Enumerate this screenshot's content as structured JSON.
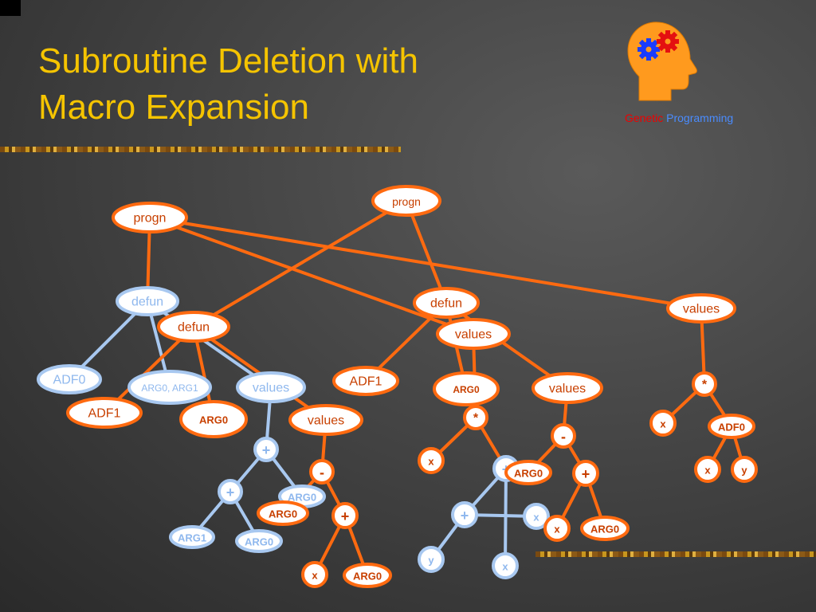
{
  "title": {
    "line1": "Subroutine Deletion with",
    "line2": "Macro Expansion"
  },
  "logo": {
    "word1": "Genetic",
    "word2": "Programming",
    "icon": "head-with-gears-icon"
  },
  "colors": {
    "title": "#f5c400",
    "orange_edge": "#ff6a10",
    "blue_edge": "#a8c8f0",
    "orange_text": "#c84000",
    "blue_text": "#8fb8ee",
    "genetic": "#e00000",
    "programming": "#4a8cff"
  },
  "diagram": {
    "nodes": [
      {
        "id": "p1",
        "label": "progn",
        "style": "orange"
      },
      {
        "id": "p2",
        "label": "progn",
        "style": "orange"
      },
      {
        "id": "bdefun",
        "label": "defun",
        "style": "blue"
      },
      {
        "id": "odefun",
        "label": "defun",
        "style": "orange"
      },
      {
        "id": "adf0",
        "label": "ADF0",
        "style": "blue"
      },
      {
        "id": "args",
        "label": "ARG0, ARG1",
        "style": "blue"
      },
      {
        "id": "bvalues",
        "label": "values",
        "style": "blue"
      },
      {
        "id": "adf1a",
        "label": "ADF1",
        "style": "orange"
      },
      {
        "id": "arg0a",
        "label": "ARG0",
        "style": "orange"
      },
      {
        "id": "ovalues",
        "label": "values",
        "style": "orange"
      },
      {
        "id": "bplus1",
        "label": "+",
        "style": "blue"
      },
      {
        "id": "bplus2",
        "label": "+",
        "style": "blue"
      },
      {
        "id": "barg1",
        "label": "ARG1",
        "style": "blue"
      },
      {
        "id": "barg0a",
        "label": "ARG0",
        "style": "blue"
      },
      {
        "id": "barg0b",
        "label": "ARG0",
        "style": "blue"
      },
      {
        "id": "ominus1",
        "label": "-",
        "style": "orange"
      },
      {
        "id": "oarg0b",
        "label": "ARG0",
        "style": "orange"
      },
      {
        "id": "oplus1",
        "label": "+",
        "style": "orange"
      },
      {
        "id": "ox1",
        "label": "x",
        "style": "orange"
      },
      {
        "id": "oarg0c",
        "label": "ARG0",
        "style": "orange"
      },
      {
        "id": "defun2",
        "label": "defun",
        "style": "orange"
      },
      {
        "id": "values2",
        "label": "values",
        "style": "orange"
      },
      {
        "id": "adf1b",
        "label": "ADF1",
        "style": "orange"
      },
      {
        "id": "arg0d",
        "label": "ARG0",
        "style": "orange"
      },
      {
        "id": "values3",
        "label": "values",
        "style": "orange"
      },
      {
        "id": "star1",
        "label": "*",
        "style": "orange"
      },
      {
        "id": "x2",
        "label": "x",
        "style": "orange"
      },
      {
        "id": "bplus3",
        "label": "+",
        "style": "blue"
      },
      {
        "id": "bplus4",
        "label": "+",
        "style": "blue"
      },
      {
        "id": "by1",
        "label": "y",
        "style": "blue"
      },
      {
        "id": "bx1",
        "label": "x",
        "style": "blue"
      },
      {
        "id": "bx2",
        "label": "x",
        "style": "blue"
      },
      {
        "id": "ominus2",
        "label": "-",
        "style": "orange"
      },
      {
        "id": "arg0e",
        "label": "ARG0",
        "style": "orange"
      },
      {
        "id": "oplus2",
        "label": "+",
        "style": "orange"
      },
      {
        "id": "x3",
        "label": "x",
        "style": "orange"
      },
      {
        "id": "arg0f",
        "label": "ARG0",
        "style": "orange"
      },
      {
        "id": "values4",
        "label": "values",
        "style": "orange"
      },
      {
        "id": "star2",
        "label": "*",
        "style": "orange"
      },
      {
        "id": "x4",
        "label": "x",
        "style": "orange"
      },
      {
        "id": "adf0b",
        "label": "ADF0",
        "style": "orange"
      },
      {
        "id": "x5",
        "label": "x",
        "style": "orange"
      },
      {
        "id": "y2",
        "label": "y",
        "style": "orange"
      }
    ],
    "edges": [
      {
        "from": "p1",
        "to": "odefun",
        "style": "orange"
      },
      {
        "from": "p1",
        "to": "defun2",
        "style": "orange"
      },
      {
        "from": "p2",
        "to": "bdefun",
        "style": "orange"
      },
      {
        "from": "p2",
        "to": "values2",
        "style": "orange"
      },
      {
        "from": "p2",
        "to": "values4",
        "style": "orange"
      },
      {
        "from": "bdefun",
        "to": "adf0",
        "style": "blue"
      },
      {
        "from": "bdefun",
        "to": "args",
        "style": "blue"
      },
      {
        "from": "bdefun",
        "to": "bvalues",
        "style": "blue"
      },
      {
        "from": "odefun",
        "to": "adf1a",
        "style": "orange"
      },
      {
        "from": "odefun",
        "to": "arg0a",
        "style": "orange"
      },
      {
        "from": "odefun",
        "to": "ovalues",
        "style": "orange"
      },
      {
        "from": "bvalues",
        "to": "bplus1",
        "style": "blue"
      },
      {
        "from": "bplus1",
        "to": "bplus2",
        "style": "blue"
      },
      {
        "from": "bplus1",
        "to": "barg0b",
        "style": "blue"
      },
      {
        "from": "bplus2",
        "to": "barg1",
        "style": "blue"
      },
      {
        "from": "bplus2",
        "to": "barg0a",
        "style": "blue"
      },
      {
        "from": "ovalues",
        "to": "ominus1",
        "style": "orange"
      },
      {
        "from": "ominus1",
        "to": "oarg0b",
        "style": "orange"
      },
      {
        "from": "ominus1",
        "to": "oplus1",
        "style": "orange"
      },
      {
        "from": "oplus1",
        "to": "ox1",
        "style": "orange"
      },
      {
        "from": "oplus1",
        "to": "oarg0c",
        "style": "orange"
      },
      {
        "from": "defun2",
        "to": "adf1b",
        "style": "orange"
      },
      {
        "from": "defun2",
        "to": "arg0d",
        "style": "orange"
      },
      {
        "from": "defun2",
        "to": "values3",
        "style": "orange"
      },
      {
        "from": "values2",
        "to": "star1",
        "style": "orange"
      },
      {
        "from": "star1",
        "to": "x2",
        "style": "orange"
      },
      {
        "from": "star1",
        "to": "bplus3",
        "style": "orange"
      },
      {
        "from": "bplus3",
        "to": "bplus4",
        "style": "blue"
      },
      {
        "from": "bplus3",
        "to": "bx2",
        "style": "blue"
      },
      {
        "from": "bplus4",
        "to": "by1",
        "style": "blue"
      },
      {
        "from": "bplus4",
        "to": "bx1",
        "style": "blue"
      },
      {
        "from": "values3",
        "to": "ominus2",
        "style": "orange"
      },
      {
        "from": "ominus2",
        "to": "arg0e",
        "style": "orange"
      },
      {
        "from": "ominus2",
        "to": "oplus2",
        "style": "orange"
      },
      {
        "from": "oplus2",
        "to": "x3",
        "style": "orange"
      },
      {
        "from": "oplus2",
        "to": "arg0f",
        "style": "orange"
      },
      {
        "from": "values4",
        "to": "star2",
        "style": "orange"
      },
      {
        "from": "star2",
        "to": "x4",
        "style": "orange"
      },
      {
        "from": "star2",
        "to": "adf0b",
        "style": "orange"
      },
      {
        "from": "adf0b",
        "to": "x5",
        "style": "orange"
      },
      {
        "from": "adf0b",
        "to": "y2",
        "style": "orange"
      }
    ]
  }
}
